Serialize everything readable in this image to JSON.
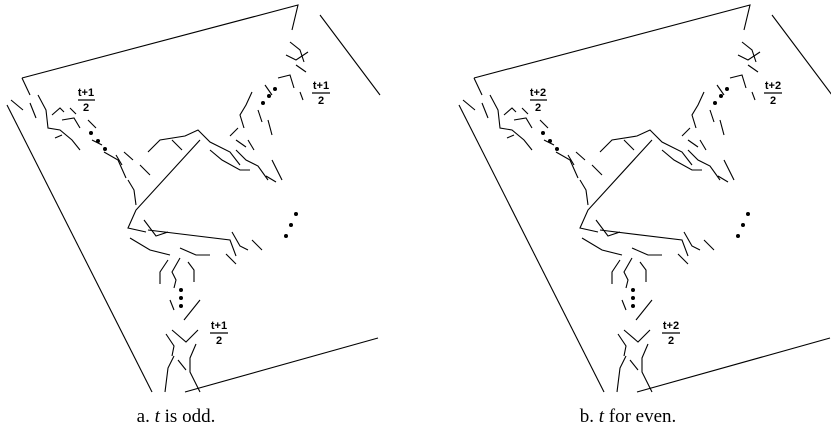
{
  "panels": [
    {
      "caption": {
        "prefix": "a.",
        "var": "t",
        "text": "is odd."
      },
      "labels": [
        {
          "num": "t+1",
          "den": "2"
        },
        {
          "num": "t+1",
          "den": "2"
        },
        {
          "num": "t+1",
          "den": "2"
        }
      ]
    },
    {
      "caption": {
        "prefix": "b.",
        "var": "t",
        "text": "for even."
      },
      "labels": [
        {
          "num": "t+2",
          "den": "2"
        },
        {
          "num": "t+2",
          "den": "2"
        },
        {
          "num": "t+2",
          "den": "2"
        }
      ]
    }
  ]
}
